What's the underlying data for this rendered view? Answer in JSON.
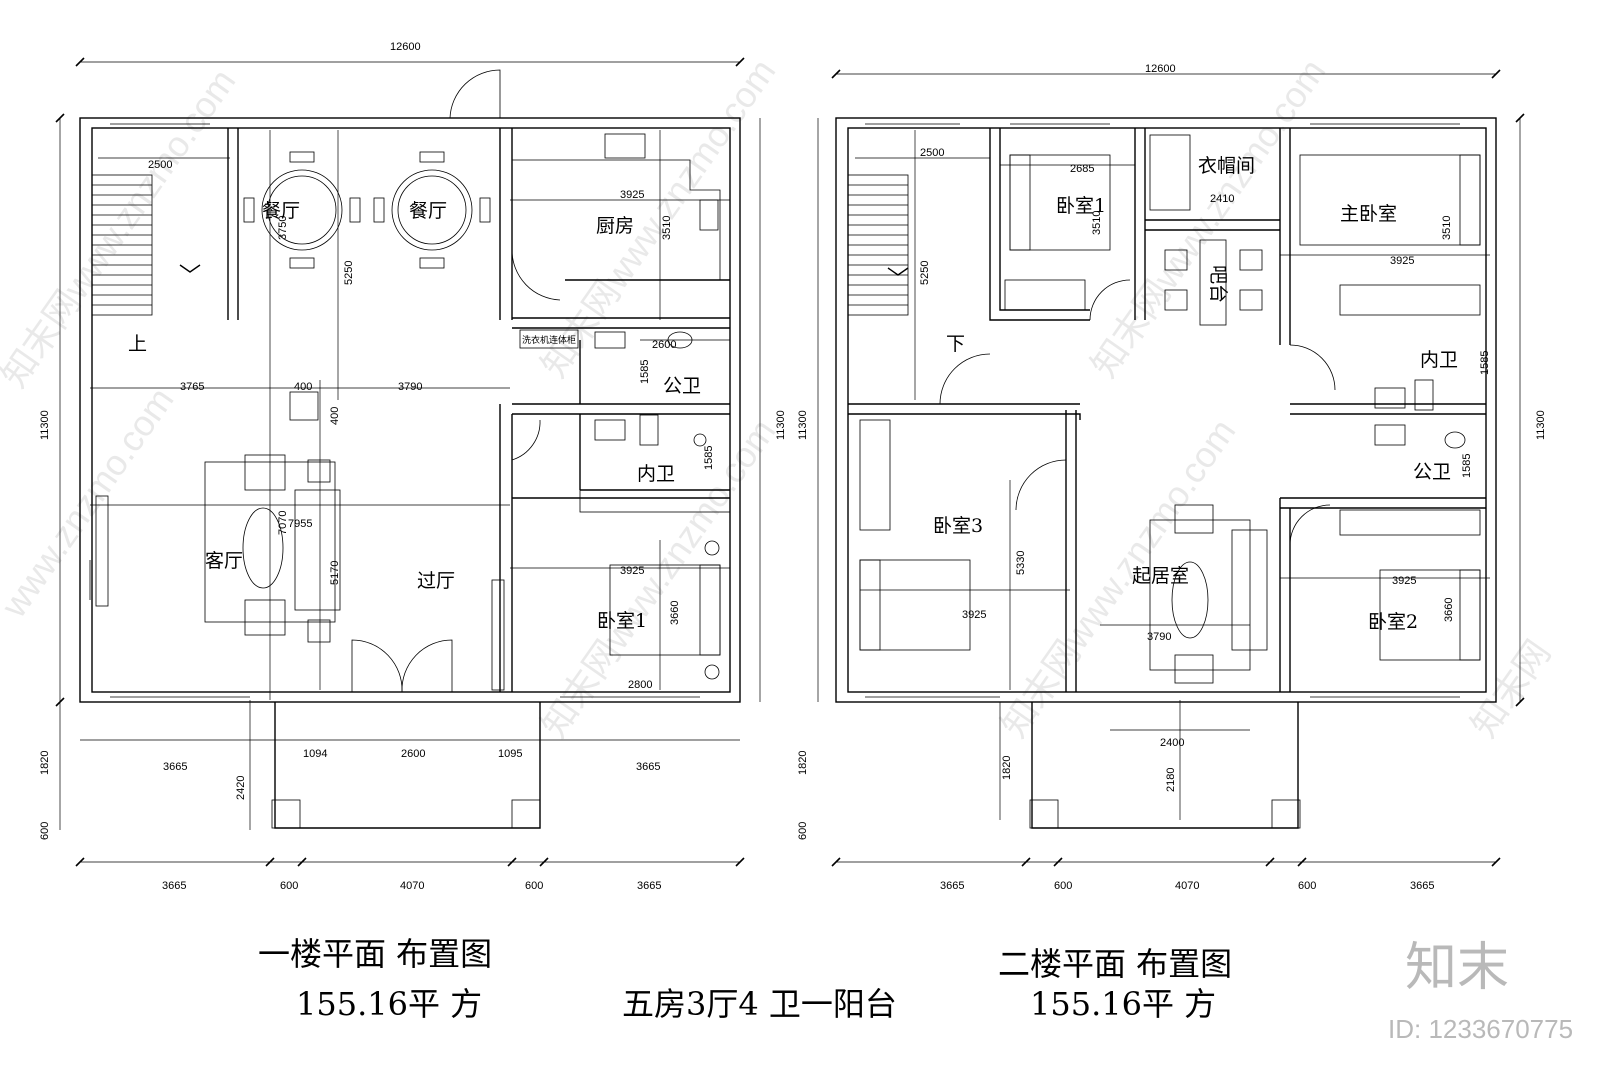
{
  "plan1": {
    "title": "一楼平面 布置图",
    "area": "155.16平 方",
    "rooms": {
      "dining_a": "餐厅",
      "dining_b": "餐厅",
      "kitchen": "厨房",
      "stair_up": "上",
      "public_bath": "公卫",
      "inner_bath": "内卫",
      "living": "客厅",
      "hall": "过厅",
      "bedroom1": "卧室1",
      "washer": "洗衣机连体柜"
    },
    "dims": {
      "top_total": "12600",
      "side_total": "11300",
      "stair_w": "2500",
      "dining_h": "3750",
      "stair_h": "5250",
      "kitchen_w": "3925",
      "kitchen_h": "3510",
      "bath_w": "2600",
      "bath_h": "1585",
      "inner_h": "1585",
      "row_a": "3765",
      "row_b": "400",
      "row_c": "3790",
      "col_gap": "400",
      "living_h": "7070",
      "living_w": "7955",
      "sofa": "5170",
      "bed_w": "3925",
      "bed_h": "3660",
      "bed_b": "2800",
      "porch_l": "3665",
      "porch_a": "1094",
      "porch_b": "2600",
      "porch_c": "1095",
      "porch_r": "3665",
      "porch_depth": "2420",
      "porch_side": "1820",
      "porch_base": "600",
      "bot_a": "3665",
      "bot_b": "600",
      "bot_c": "4070",
      "bot_d": "600",
      "bot_e": "3665"
    }
  },
  "plan2": {
    "title": "二楼平面 布置图",
    "area": "155.16平 方",
    "rooms": {
      "bedroom1": "卧室1",
      "wardrobe": "衣帽间",
      "master": "主卧室",
      "bar": "吧台",
      "stair_down": "下",
      "inner_bath": "内卫",
      "public_bath": "公卫",
      "bedroom3": "卧室3",
      "family": "起居室",
      "bedroom2": "卧室2"
    },
    "dims": {
      "top_total": "12600",
      "side_total": "11300",
      "stair_w": "2500",
      "stair_h": "5250",
      "bed1_w": "2685",
      "bed1_h": "3510",
      "wardrobe_w": "2410",
      "master_w": "3925",
      "master_h": "3510",
      "bath_h": "1585",
      "pub_h": "1585",
      "bed3_h": "5330",
      "bed3_w": "3925",
      "family_w": "3790",
      "bed2_w": "3925",
      "bed2_h": "3660",
      "balcony_w": "2400",
      "balcony_h": "2180",
      "porch_side": "1820",
      "porch_base": "600",
      "bot_a": "3665",
      "bot_b": "600",
      "bot_c": "4070",
      "bot_d": "600",
      "bot_e": "3665"
    }
  },
  "summary": "五房3厅4 卫一阳台",
  "brand": {
    "logo": "知末",
    "id": "ID: 1233670775"
  }
}
